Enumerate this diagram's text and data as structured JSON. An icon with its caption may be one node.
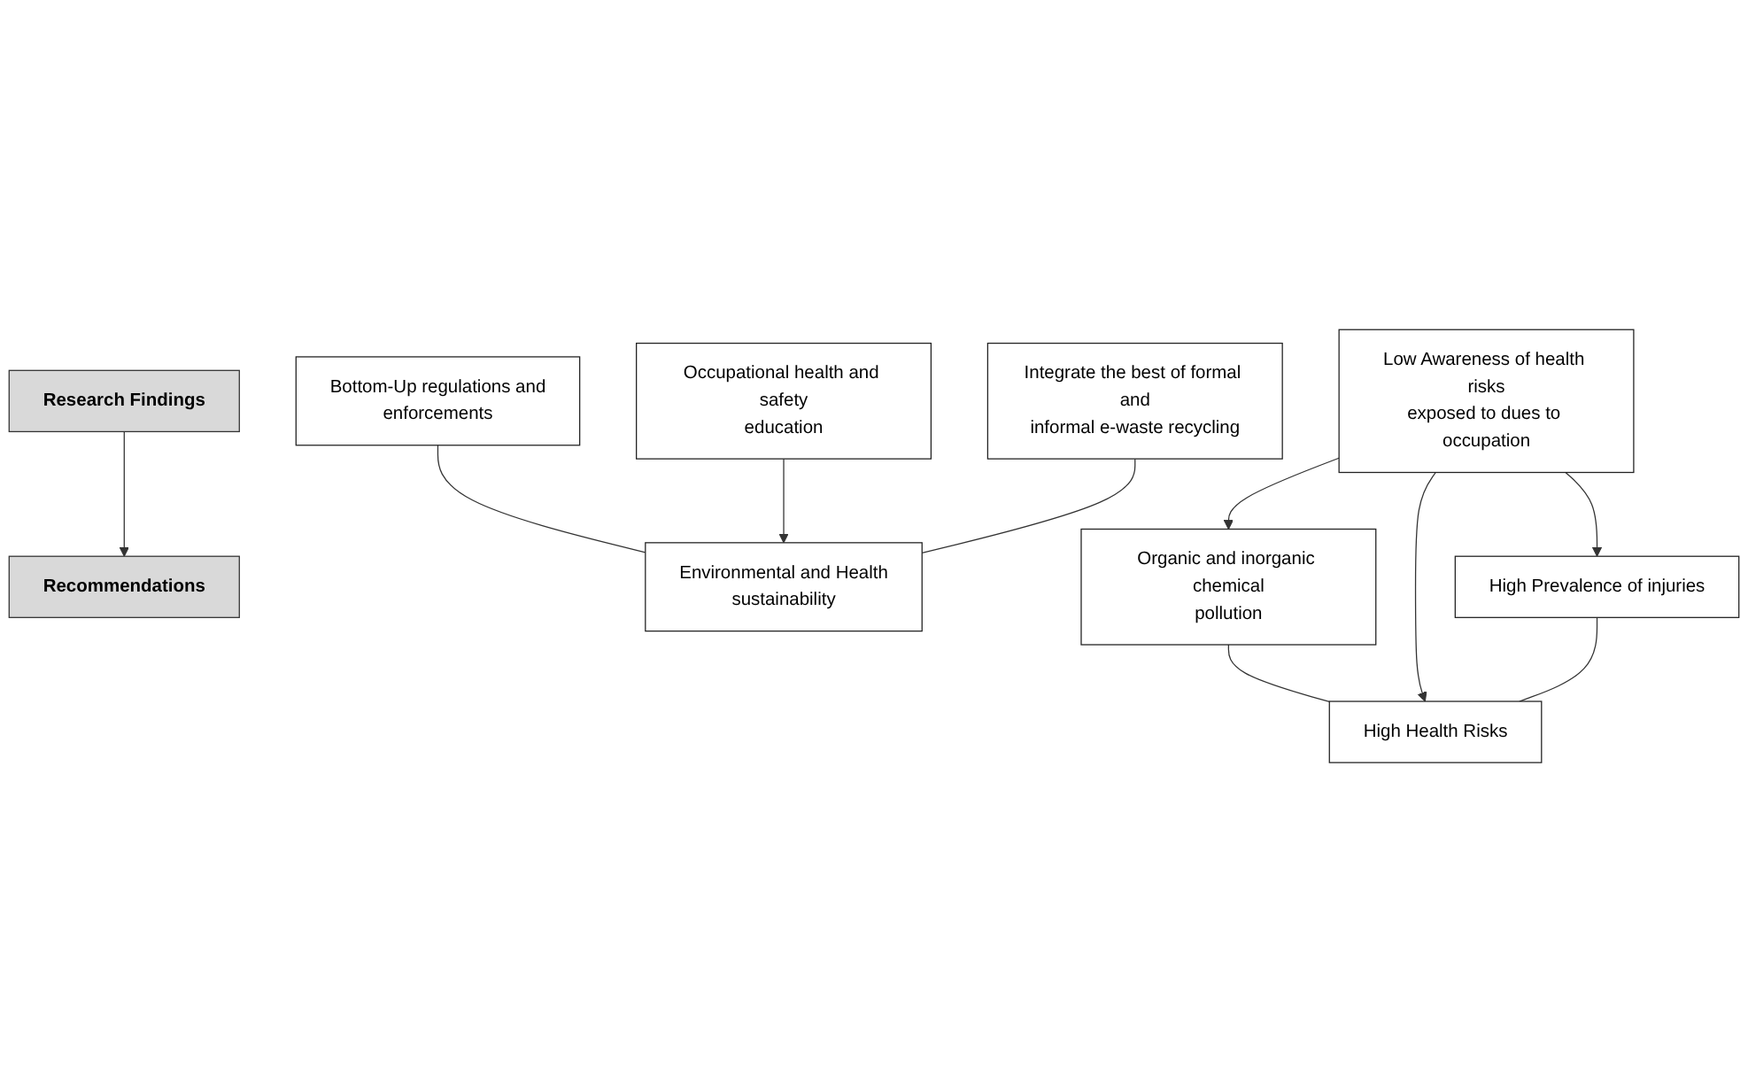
{
  "diagram": {
    "nodes": [
      {
        "text": [
          "Recommendations"
        ]
      },
      {
        "text": [
          "Research Findings"
        ]
      },
      {
        "text": [
          "Occupational health and safety education"
        ]
      },
      {
        "text": [
          "Bottom-Up regulations and enforcements"
        ]
      },
      {
        "text": [
          "Integrate the best of formal and informal e-waste recycling"
        ]
      },
      {
        "text": [
          "Environmental and Health sustainability"
        ]
      },
      {
        "text": [
          "High Health Risks"
        ]
      },
      {
        "text": [
          "Organic and inorganic chemical pollution"
        ]
      },
      {
        "text": [
          "Low Awareness of health risks exposed to dues to occupation"
        ]
      },
      {
        "text": [
          "High Prevalence of injuries"
        ]
      }
    ],
    "edges": [
      {
        "from": 1,
        "to": 0,
        "arrow": "to"
      },
      {
        "from": 3,
        "to": 5,
        "arrow": "none"
      },
      {
        "from": 2,
        "to": 5,
        "arrow": "to"
      },
      {
        "from": 4,
        "to": 5,
        "arrow": "none"
      },
      {
        "from": 7,
        "to": 6,
        "arrow": "none"
      },
      {
        "from": 8,
        "to": 6,
        "arrow": "to"
      },
      {
        "from": 9,
        "to": 6,
        "arrow": "none"
      },
      {
        "from": 8,
        "to": 7,
        "arrow": "to"
      },
      {
        "from": 8,
        "to": 9,
        "arrow": "to"
      }
    ]
  }
}
